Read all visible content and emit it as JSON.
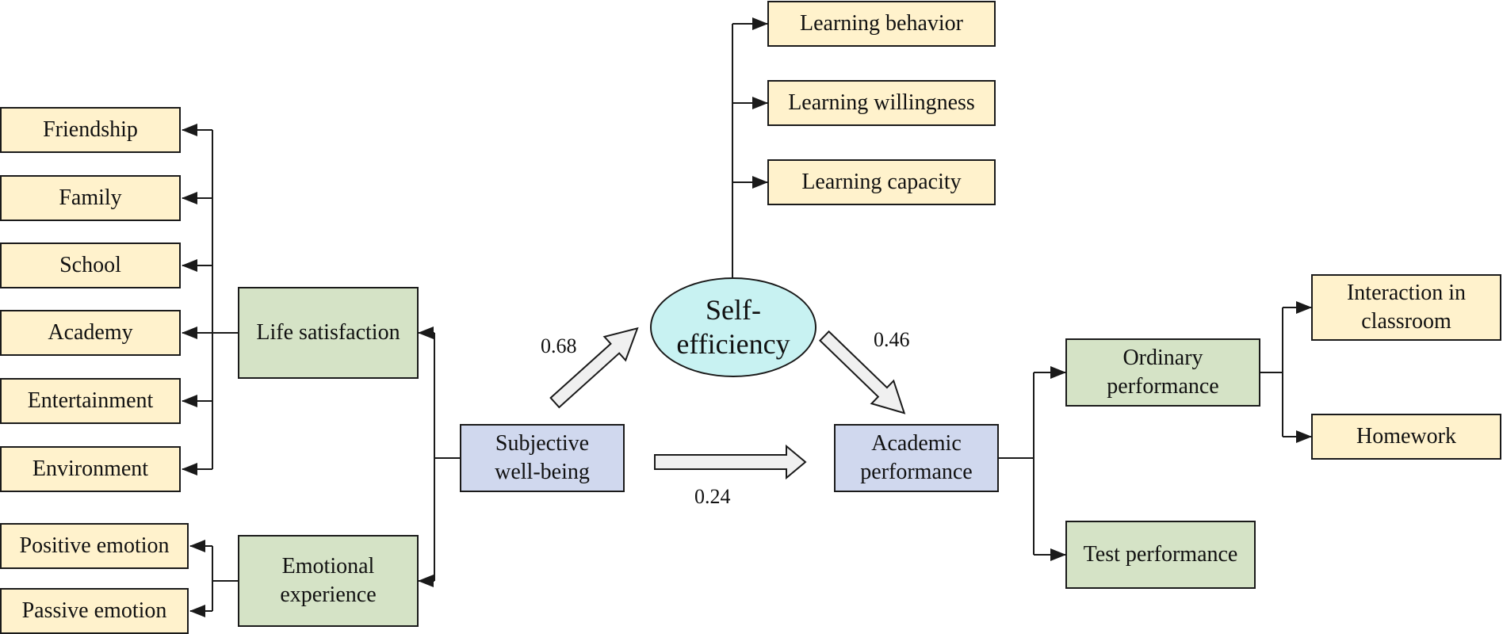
{
  "colors": {
    "leaf_fill": "#fff2cc",
    "mid_fill": "#d5e3c6",
    "core_fill": "#d0d8ee",
    "ellipse_fill": "#c8f2f2",
    "line": "#1a1a1a",
    "arrow_fill": "#f0f0f0"
  },
  "life_satisfaction": {
    "label": "Life satisfaction",
    "items": [
      "Friendship",
      "Family",
      "School",
      "Academy",
      "Entertainment",
      "Environment"
    ]
  },
  "emotional_experience": {
    "label": "Emotional\nexperience",
    "items": [
      "Positive emotion",
      "Passive emotion"
    ]
  },
  "subjective_wellbeing": {
    "label": "Subjective\nwell-being"
  },
  "self_efficiency": {
    "label": "Self-\nefficiency",
    "items": [
      "Learning behavior",
      "Learning willingness",
      "Learning capacity"
    ]
  },
  "academic_performance": {
    "label": "Academic\nperformance"
  },
  "ordinary_performance": {
    "label": "Ordinary\nperformance",
    "items": [
      "Interaction in\nclassroom",
      "Homework"
    ]
  },
  "test_performance": {
    "label": "Test performance"
  },
  "coefficients": {
    "wellbeing_to_self": "0.68",
    "self_to_academic": "0.46",
    "wellbeing_to_academic": "0.24"
  }
}
